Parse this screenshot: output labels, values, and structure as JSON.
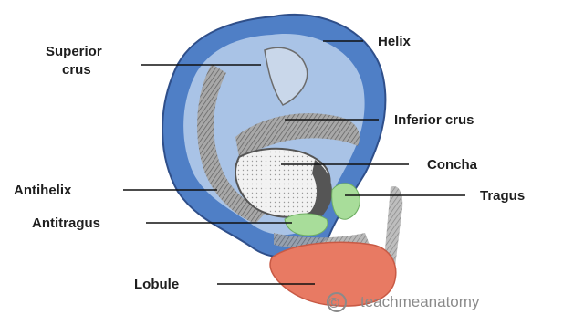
{
  "labels": {
    "superior_crus_line1": "Superior",
    "superior_crus_line2": "crus",
    "helix": "Helix",
    "inferior_crus": "Inferior crus",
    "concha": "Concha",
    "tragus": "Tragus",
    "antihelix": "Antihelix",
    "antitragus": "Antitragus",
    "lobule": "Lobule"
  },
  "watermark": {
    "symbol": "©",
    "text": "teachmeanatomy"
  },
  "colors": {
    "helix_blue": "#4f7fc6",
    "inner_blue": "#a9c3e6",
    "cartilage_gray": "#8d8d8d",
    "concha_white": "#f4f4f4",
    "tragus_green": "#a8dd9a",
    "lobule_red": "#e87a63"
  }
}
